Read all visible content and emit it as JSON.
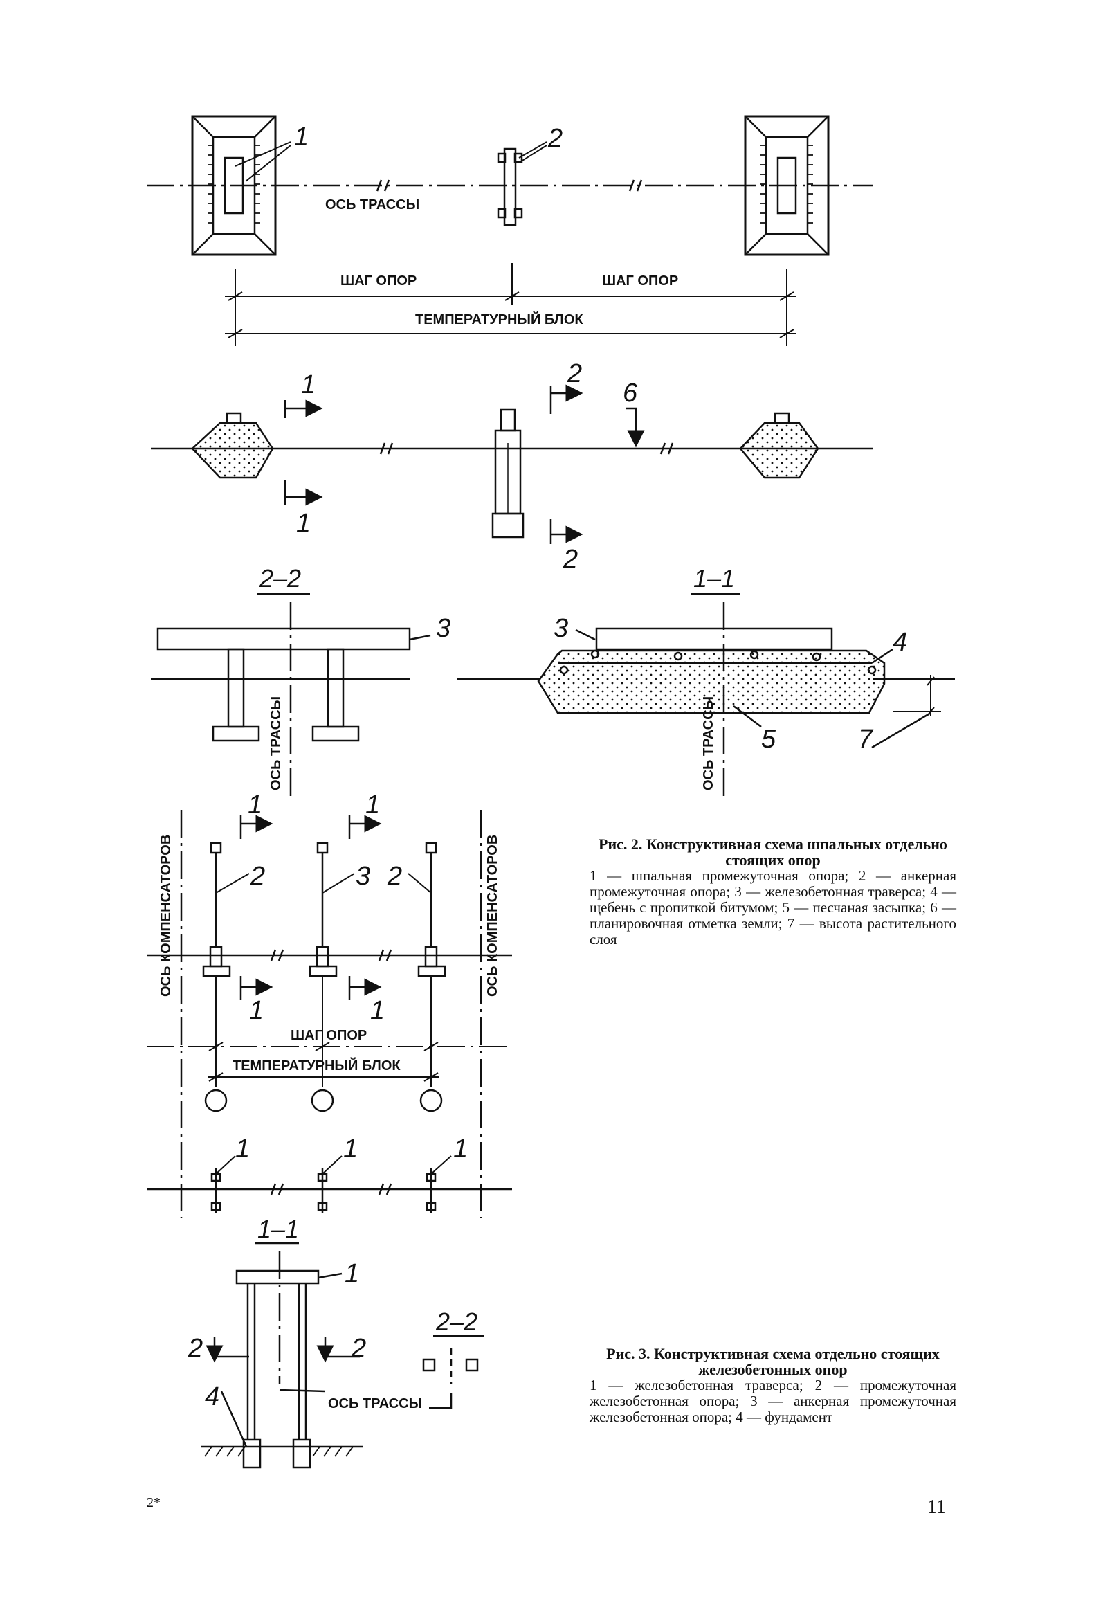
{
  "fig2": {
    "axis_label": "ОСЬ ТРАССЫ",
    "span_label": "ШАГ ОПОР",
    "block_label": "ТЕМПЕРАТУРНЫЙ БЛОК",
    "section_22": "2–2",
    "section_11": "1–1",
    "marks": [
      "1",
      "2",
      "3",
      "4",
      "5",
      "6",
      "7"
    ],
    "caption_title": "Рис. 2. Конструктивная схема шпальных отдельно стоящих опор",
    "caption_body": "1 — шпальная промежуточная опора; 2 — анкерная промежуточная опора; 3 — железобетонная траверса; 4 — щебень с пропиткой битумом; 5 — песчаная засыпка; 6 — планировочная отметка земли; 7 — высота растительного слоя"
  },
  "fig3": {
    "compensator_axis": "ОСЬ КОМПЕНСАТОРОВ",
    "span_label": "ШАГ ОПОР",
    "block_label": "ТЕМПЕРАТУРНЫЙ БЛОК",
    "axis_label": "ОСЬ ТРАССЫ",
    "section_11": "1–1",
    "section_22": "2–2",
    "caption_title": "Рис. 3. Конструктивная схема отдельно стоящих железобетонных опор",
    "caption_body": "1 — железобетонная траверса; 2 — промежуточная железобетонная опора; 3 — анкерная промежуточная железобетонная опора; 4 — фундамент"
  },
  "page": {
    "corner_mark": "2*",
    "number": "11"
  }
}
